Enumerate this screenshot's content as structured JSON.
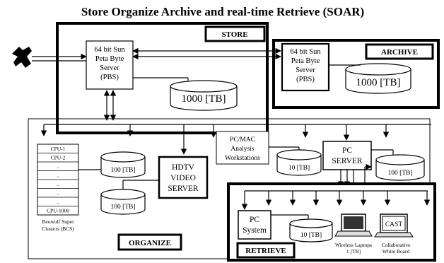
{
  "title": "Store Organize Archive and real-time Retrieve (SOAR)",
  "store": {
    "header": "STORE",
    "server": [
      "64 bit Sun",
      "Peta Byte",
      "Server",
      "(PBS)"
    ],
    "storage": "1000 [TB]"
  },
  "archive": {
    "header": "ARCHIVE",
    "server": [
      "64 bit Sun",
      "Peta Byte",
      "Server",
      "(PBS)"
    ],
    "storage": "1000 [TB]"
  },
  "organize": {
    "header": "ORGANIZE",
    "cpus": [
      "CPU-1",
      "CPU-2",
      "..",
      "..",
      "..",
      "..",
      "..",
      "CPU-1000"
    ],
    "cluster_label": [
      "Beowulf Super",
      "Clusters (BCS)"
    ],
    "storage_top": "100 [TB]",
    "storage_bottom": "100 [TB]",
    "hdtv": [
      "HDTV",
      "VIDEO",
      "SERVER"
    ],
    "pcmac": [
      "PC/MAC",
      "Analysis",
      "Workstations"
    ],
    "pcmac_storage": "10 [TB]",
    "pc_server": [
      "PC",
      "SERVER"
    ],
    "pc_server_storage": "100 [TB]"
  },
  "retrieve": {
    "header": "RETRIEVE",
    "pc_system": [
      "PC",
      "System"
    ],
    "storage": "10 [TB]",
    "laptops": [
      "Wireless Laptops",
      "1 [TB]"
    ],
    "cast": "CAST",
    "whiteboard": [
      "Collaborative",
      "White Board"
    ]
  }
}
